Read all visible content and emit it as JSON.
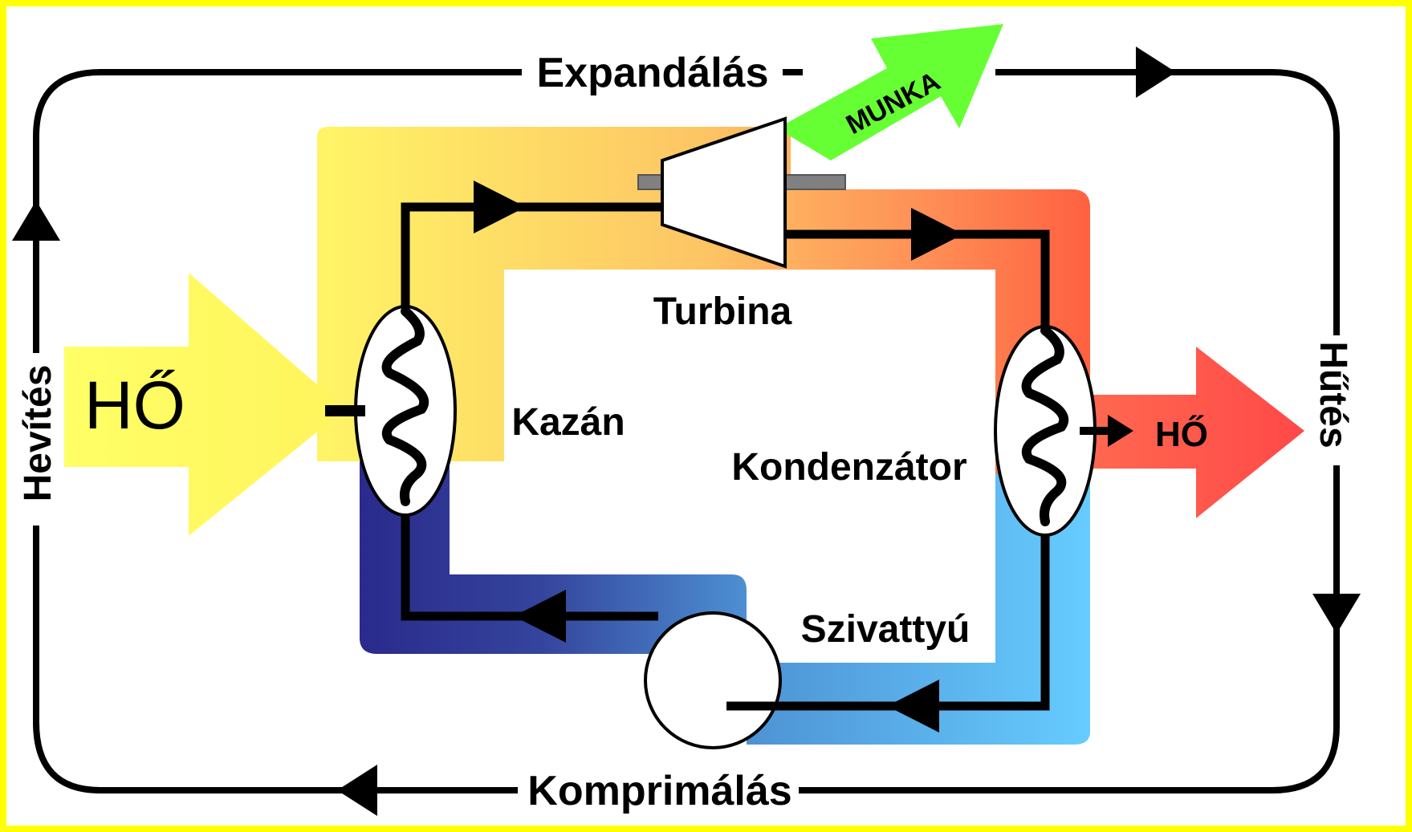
{
  "diagram": {
    "labels": {
      "expansion": "Expandálás",
      "compression": "Komprimálás",
      "heating": "Hevítés",
      "cooling": "Hűtés",
      "turbine": "Turbina",
      "boiler": "Kazán",
      "condenser": "Kondenzátor",
      "pump": "Szivattyú",
      "work": "MUNKA",
      "heat_in": "HŐ",
      "heat_out": "HŐ"
    },
    "colors": {
      "frame": "#ffff00",
      "heat_in_arrow": "#ffff66",
      "work_arrow": "#66ff33",
      "heat_out_arrow": "#ff5050",
      "hot_band_start": "#fff566",
      "hot_band_end": "#ff6040",
      "cold_band_start": "#2a2a8c",
      "cold_band_end": "#66ccff"
    }
  }
}
